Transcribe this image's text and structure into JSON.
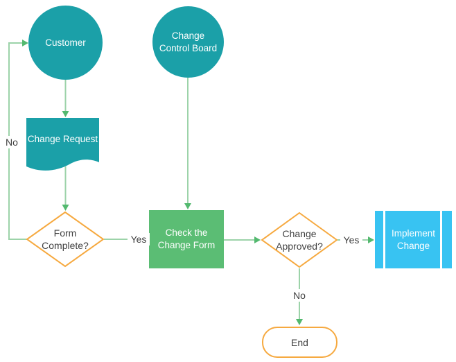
{
  "colors": {
    "teal": "#1BA0A8",
    "green": "#5BBD74",
    "blue": "#38C3F2",
    "orange": "#F6A93F",
    "line": "#9CD3A9",
    "arrow": "#53B96F",
    "text-dark": "#3F3F3F",
    "text-light": "#FFFFFF"
  },
  "nodes": {
    "customer": {
      "label": "Customer",
      "shape": "circle"
    },
    "change_control_board": {
      "label": "Change Control Board",
      "shape": "circle"
    },
    "change_request": {
      "label": "Change Request",
      "shape": "document"
    },
    "form_complete": {
      "label": "Form Complete?",
      "shape": "decision"
    },
    "check_change_form": {
      "label": "Check the Change Form",
      "shape": "process"
    },
    "change_approved": {
      "label": "Change Approved?",
      "shape": "decision"
    },
    "implement_change": {
      "label": "Implement Change",
      "shape": "predefined-process"
    },
    "end": {
      "label": "End",
      "shape": "terminator"
    }
  },
  "edges": [
    {
      "from": "customer",
      "to": "change_request",
      "label": ""
    },
    {
      "from": "change_request",
      "to": "form_complete",
      "label": ""
    },
    {
      "from": "change_control_board",
      "to": "check_change_form",
      "label": ""
    },
    {
      "from": "form_complete",
      "to": "check_change_form",
      "label": "Yes"
    },
    {
      "from": "form_complete",
      "to": "customer",
      "label": "No"
    },
    {
      "from": "check_change_form",
      "to": "change_approved",
      "label": ""
    },
    {
      "from": "change_approved",
      "to": "implement_change",
      "label": "Yes"
    },
    {
      "from": "change_approved",
      "to": "end",
      "label": "No"
    }
  ]
}
